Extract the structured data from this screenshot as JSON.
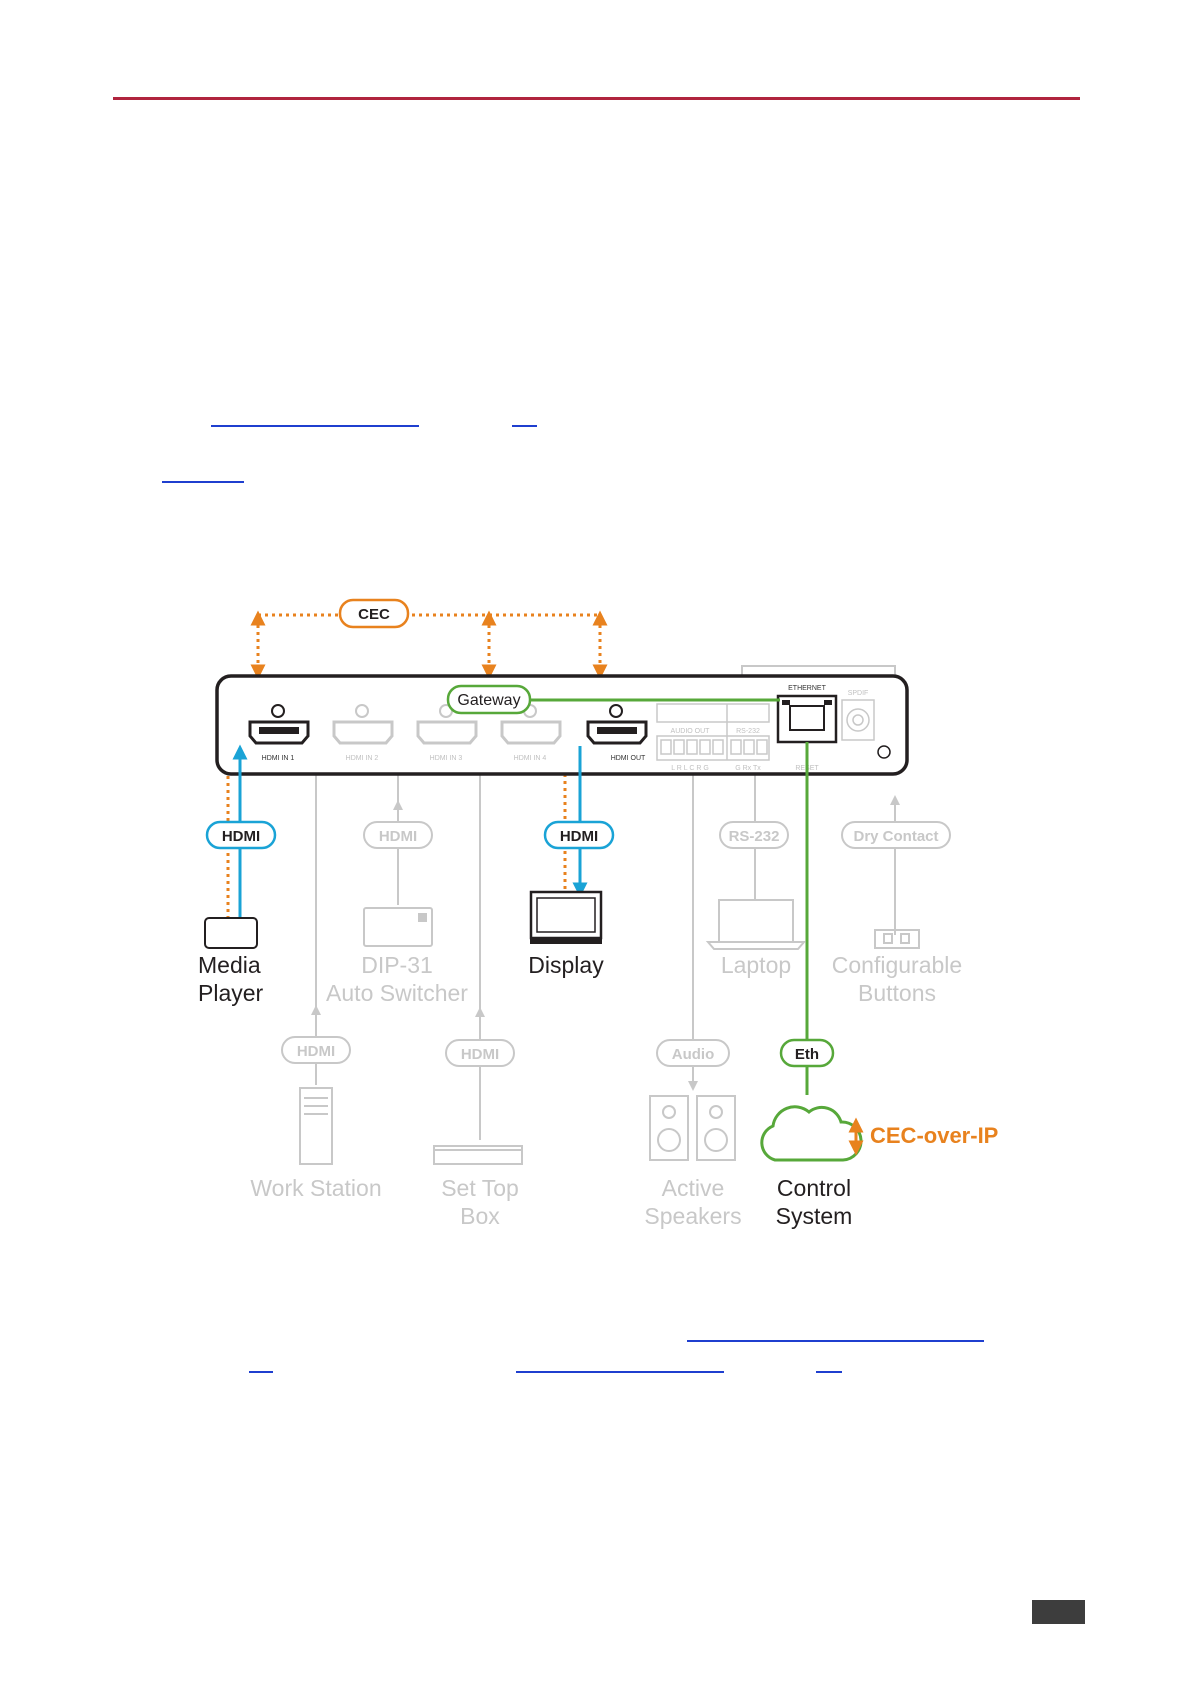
{
  "diagram": {
    "bus_pills": {
      "cec": "CEC",
      "gateway": "Gateway"
    },
    "ports": {
      "hdmi_in1": "HDMI IN 1",
      "hdmi_in2": "HDMI IN 2",
      "hdmi_in3": "HDMI IN 3",
      "hdmi_in4": "HDMI IN 4",
      "hdmi_out": "HDMI OUT",
      "ethernet": "ETHERNET",
      "audio_out": "AUDIO OUT",
      "rs232": "RS-232",
      "spdif": "SPDIF",
      "reset": "RESET",
      "terminal_left": "L R  L  C  R  G",
      "terminal_right": "G  Rx  Tx"
    },
    "connection_pills": {
      "hdmi_in1": "HDMI",
      "hdmi_dip": "HDMI",
      "hdmi_out": "HDMI",
      "rs232": "RS-232",
      "dry_contact": "Dry Contact",
      "hdmi_workstation": "HDMI",
      "hdmi_settop": "HDMI",
      "audio": "Audio",
      "eth": "Eth"
    },
    "devices": {
      "media_player": [
        "Media",
        "Player"
      ],
      "dip31": [
        "DIP-31",
        "Auto Switcher"
      ],
      "display": [
        "Display"
      ],
      "laptop": [
        "Laptop"
      ],
      "buttons": [
        "Configurable",
        "Buttons"
      ],
      "workstation": [
        "Work Station"
      ],
      "settop": [
        "Set Top",
        "Box"
      ],
      "speakers": [
        "Active",
        "Speakers"
      ],
      "control_system": [
        "Control",
        "System"
      ]
    },
    "cec_over_ip": "CEC-over-IP"
  },
  "colors": {
    "rule": "#b0243e",
    "link": "#1f3fcf",
    "hdmi_blue": "#1aa3d6",
    "cec_orange": "#e8821e",
    "eth_green": "#57a83a",
    "inactive_grey": "#c8c8c8"
  }
}
